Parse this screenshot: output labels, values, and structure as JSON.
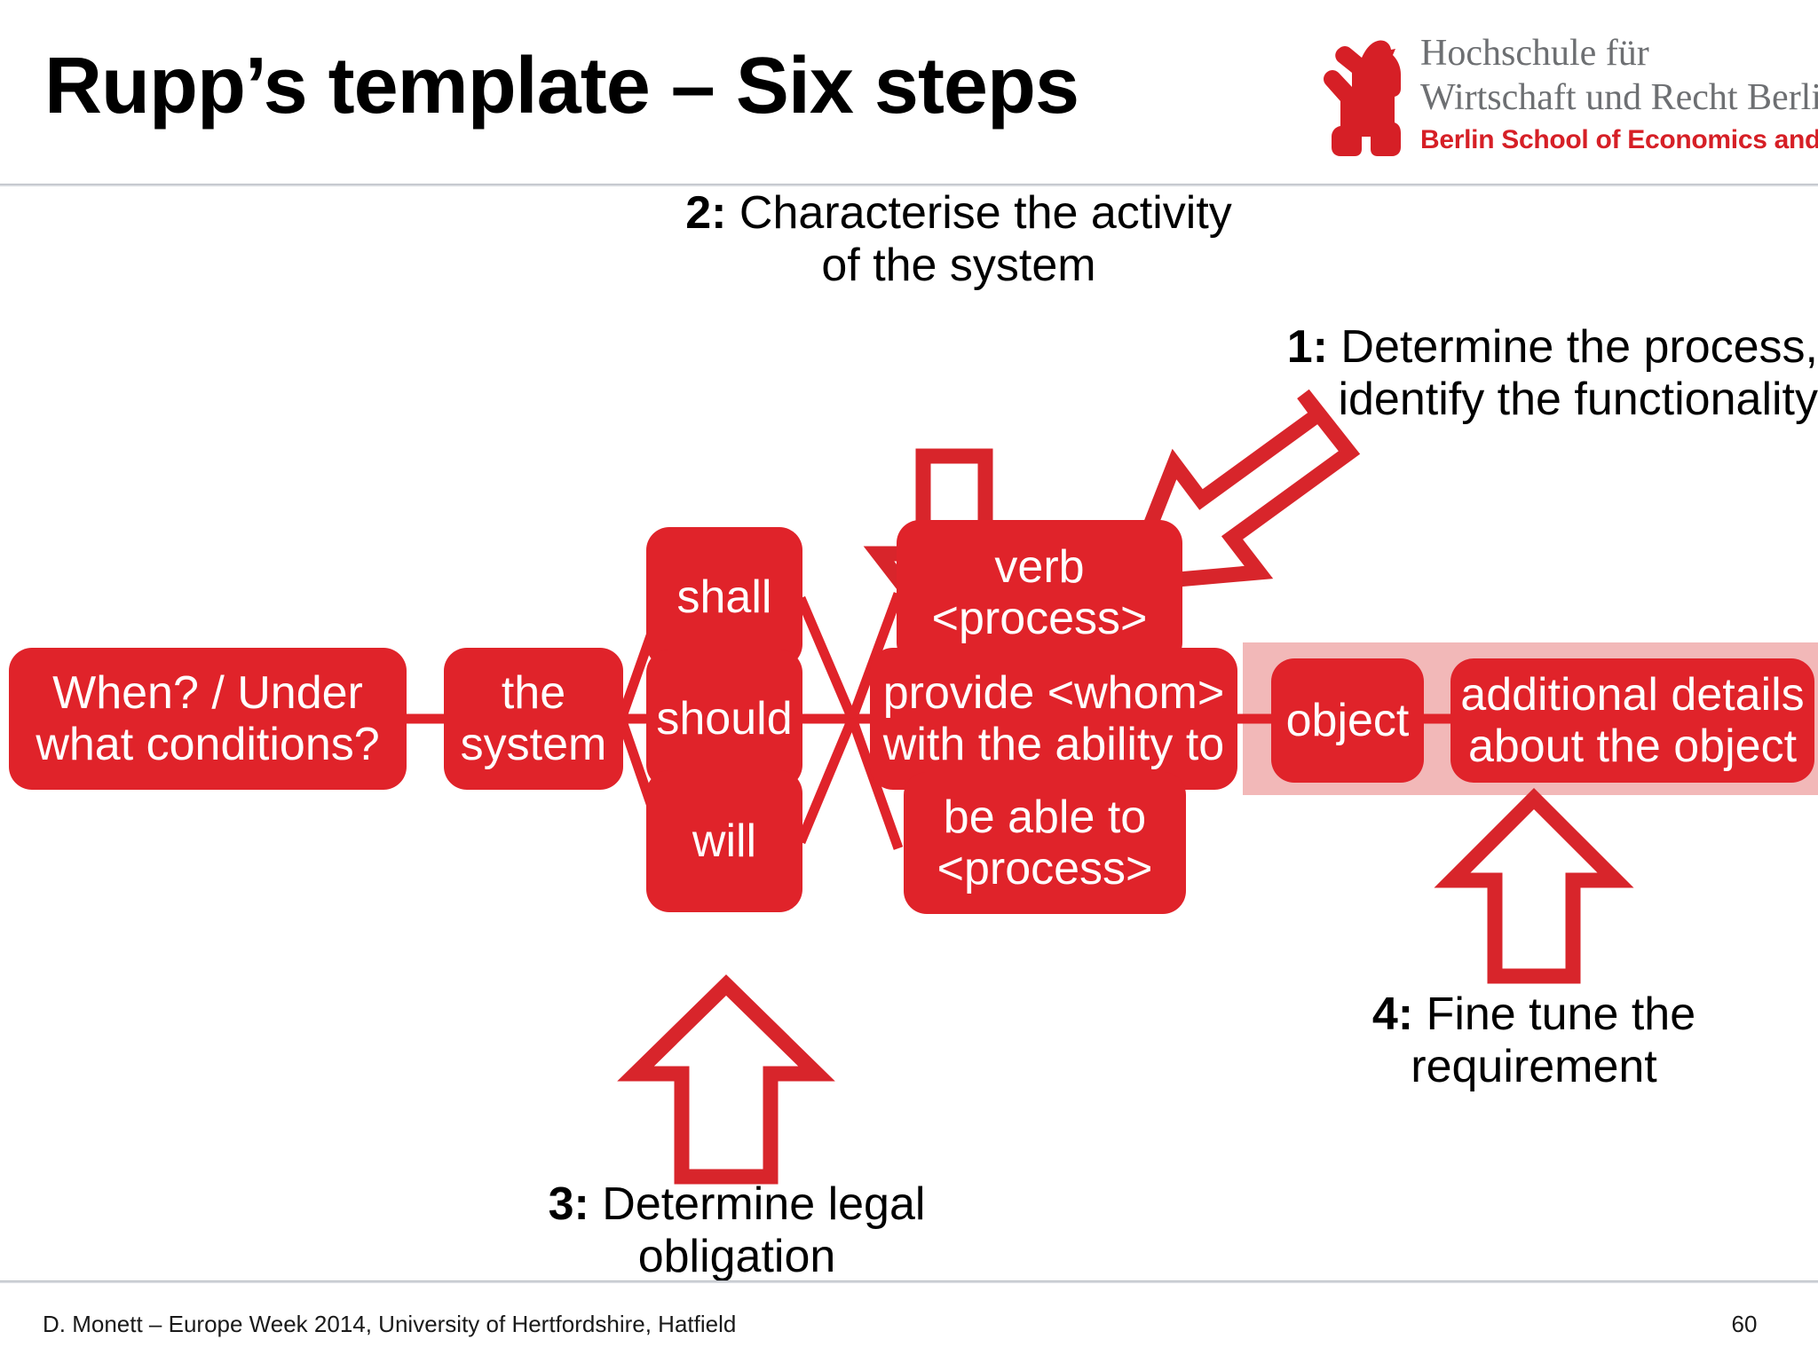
{
  "slide": {
    "title": "Rupp’s template – Six steps",
    "page_number": "60",
    "footer": "D. Monett – Europe Week 2014, University of Hertfordshire, Hatfield"
  },
  "logo": {
    "line1": "Hochschule für",
    "line2": "Wirtschaft und Recht Berlin",
    "line3": "Berlin School of Economics and Law",
    "icon": "berlin-bear-icon"
  },
  "colors": {
    "node_red": "#e0232a",
    "logo_red": "#d61f26",
    "highlight_pink": "#f2b8b8",
    "logo_gray": "#6d6f72",
    "text_black": "#000000",
    "node_text": "#ffffff"
  },
  "nodes": {
    "condition": "When? / Under\nwhat conditions?",
    "condition_l1": "When? / Under",
    "condition_l2": "what conditions?",
    "system_l1": "the",
    "system_l2": "system",
    "modal_shall": "shall",
    "modal_should": "should",
    "modal_will": "will",
    "verb_l1": "verb",
    "verb_l2": "<process>",
    "provide_l1": "provide <whom>",
    "provide_l2": "with the ability to",
    "beable_l1": "be able to",
    "beable_l2": "<process>",
    "object": "object",
    "details_l1": "additional details",
    "details_l2": "about the object"
  },
  "steps": [
    {
      "num": "1:",
      "line1": " Determine the process,",
      "line2": "identify the functionality",
      "arrow": "arrow-diagonal-down-left"
    },
    {
      "num": "2:",
      "line1": " Characterise the activity",
      "line2": "of the system",
      "arrow": "arrow-down"
    },
    {
      "num": "3:",
      "line1": " Determine legal",
      "line2": "obligation",
      "arrow": "arrow-up"
    },
    {
      "num": "4:",
      "line1": " Fine tune the",
      "line2": "requirement",
      "arrow": "arrow-up"
    }
  ]
}
